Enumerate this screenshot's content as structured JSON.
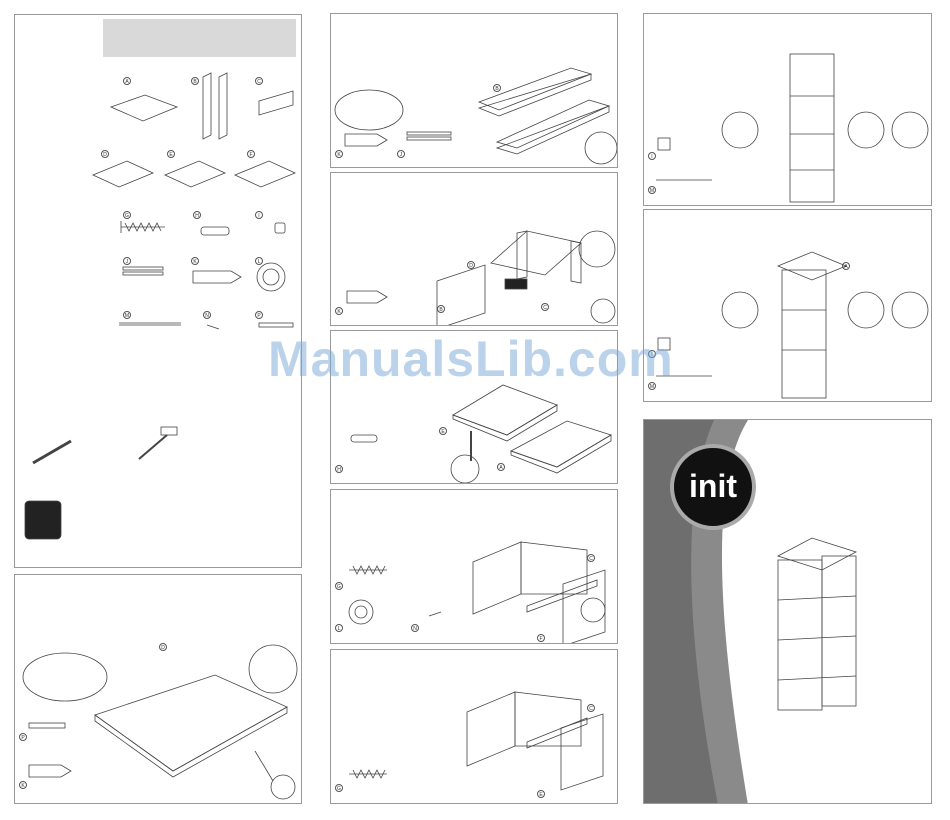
{
  "watermark": "ManualsLib.com",
  "brand": {
    "logo_text": "init"
  },
  "parts_labels": [
    "A",
    "B",
    "C",
    "D",
    "E",
    "F",
    "G",
    "H",
    "I",
    "J",
    "K",
    "L",
    "M",
    "N",
    "P"
  ],
  "panels": [
    {
      "id": "parts-list"
    },
    {
      "id": "step-1"
    },
    {
      "id": "step-2"
    },
    {
      "id": "step-3"
    },
    {
      "id": "step-4"
    },
    {
      "id": "step-5"
    },
    {
      "id": "step-6"
    },
    {
      "id": "step-7"
    },
    {
      "id": "step-8"
    },
    {
      "id": "cover"
    }
  ]
}
